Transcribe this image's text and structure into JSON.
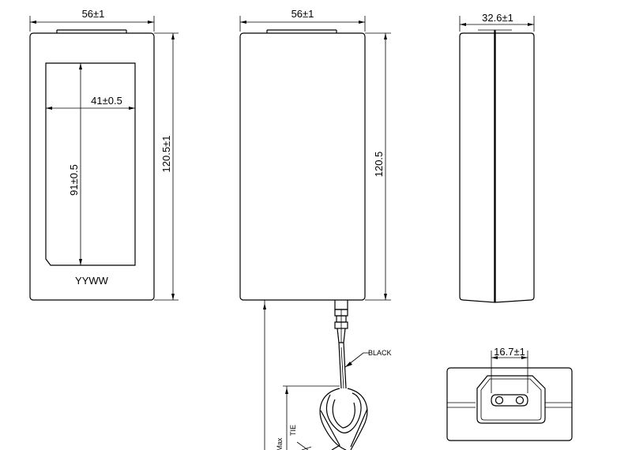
{
  "views": {
    "front": {
      "width_dim": "56±1",
      "height_dim": "120.5±1",
      "window_width_dim": "41±0.5",
      "window_height_dim": "91±0.5",
      "marking": "YYWW"
    },
    "rear": {
      "width_dim": "56±1",
      "height_dim": "120.5"
    },
    "side": {
      "thickness_dim": "32.6±1"
    },
    "cable": {
      "color_label": "BLACK",
      "tie_label": "TIE",
      "max_label": "Max"
    },
    "inlet": {
      "width_dim": "16.7±1"
    }
  }
}
